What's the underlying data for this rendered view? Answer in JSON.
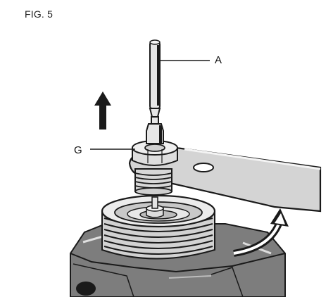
{
  "figure": {
    "title": "FIG. 5"
  },
  "labels": {
    "a": "A",
    "g": "G"
  },
  "colors": {
    "ink": "#1a1a1a",
    "housing": "#8a8a8a",
    "housing_dark": "#5a5a5a",
    "metal_light": "#e6e6e6",
    "metal_mid": "#c8c8c8"
  },
  "icons": {
    "up_arrow": "arrow-up-icon",
    "rotation_arrow": "curved-arrow-icon"
  }
}
